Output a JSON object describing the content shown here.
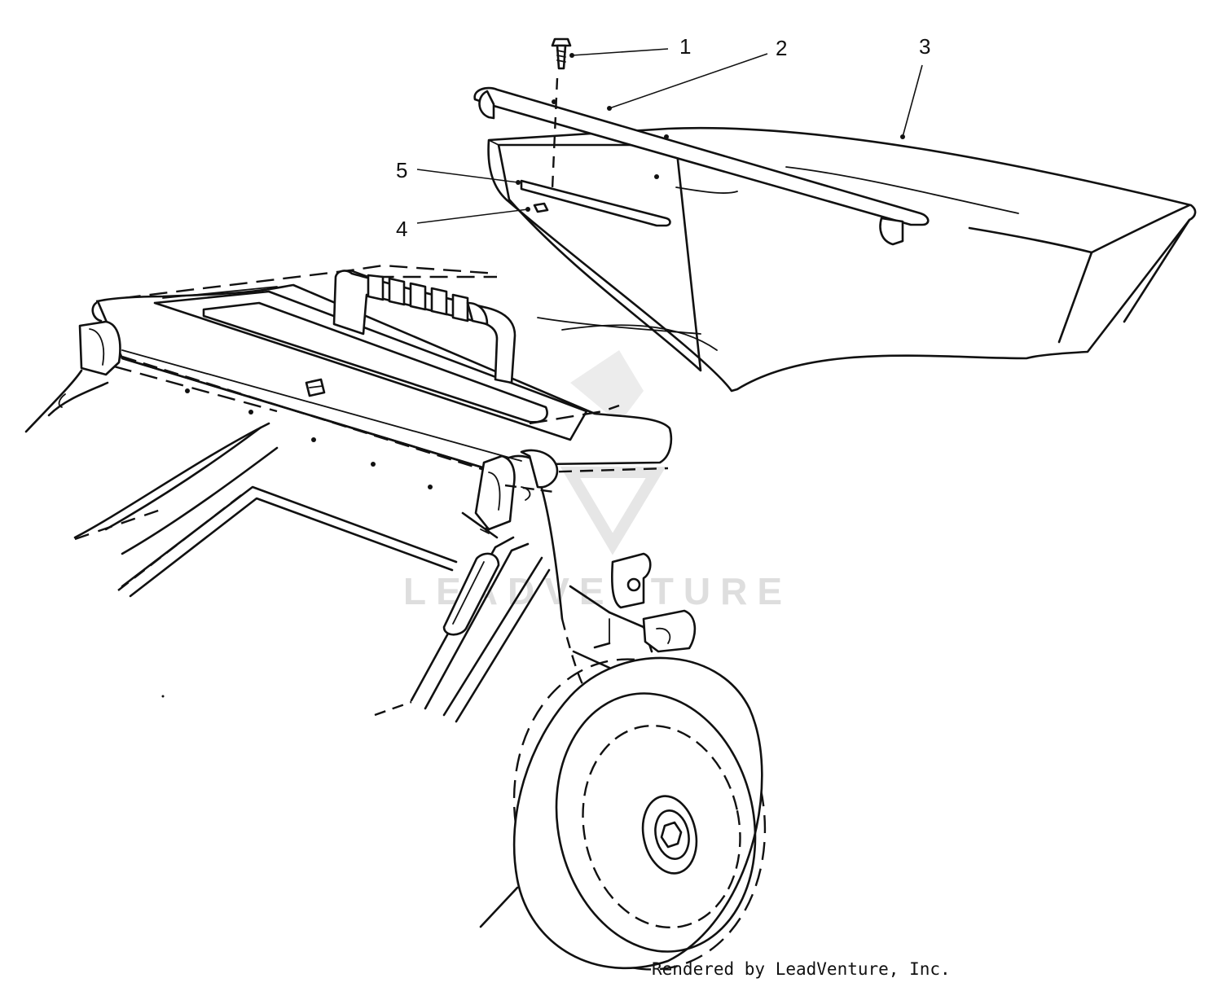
{
  "callouts": [
    {
      "id": "1",
      "label": "1"
    },
    {
      "id": "2",
      "label": "2"
    },
    {
      "id": "3",
      "label": "3"
    },
    {
      "id": "4",
      "label": "4"
    },
    {
      "id": "5",
      "label": "5"
    }
  ],
  "watermark": {
    "text": "LEADVENTURE",
    "color": "#dedede"
  },
  "credit": "Rendered by LeadVenture, Inc.",
  "colors": {
    "ink": "#111111",
    "background": "#ffffff"
  }
}
